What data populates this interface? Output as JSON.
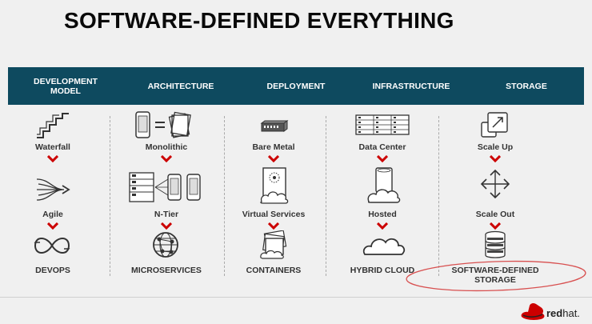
{
  "title": "SOFTWARE-DEFINED EVERYTHING",
  "columns": [
    {
      "header_line1": "DEVELOPMENT",
      "header_line2": "MODEL",
      "items": [
        {
          "label": "Waterfall",
          "icon": "staircase-icon"
        },
        {
          "label": "Agile",
          "icon": "converging-arrows-icon"
        },
        {
          "label": "DEVOPS",
          "icon": "infinity-loop-icon"
        }
      ]
    },
    {
      "header_line1": "ARCHITECTURE",
      "header_line2": "",
      "items": [
        {
          "label": "Monolithic",
          "icon": "phone-equals-stack-icon"
        },
        {
          "label": "N-Tier",
          "icon": "server-to-phones-icon"
        },
        {
          "label": "MICROSERVICES",
          "icon": "globe-network-icon"
        }
      ]
    },
    {
      "header_line1": "DEPLOYMENT",
      "header_line2": "",
      "items": [
        {
          "label": "Bare Metal",
          "icon": "switch-box-icon"
        },
        {
          "label": "Virtual Services",
          "icon": "virtual-server-cloud-icon"
        },
        {
          "label": "CONTAINERS",
          "icon": "stacked-containers-icon"
        }
      ]
    },
    {
      "header_line1": "INFRASTRUCTURE",
      "header_line2": "",
      "items": [
        {
          "label": "Data Center",
          "icon": "server-rack-icon"
        },
        {
          "label": "Hosted",
          "icon": "hosted-cloud-icon"
        },
        {
          "label": "HYBRID CLOUD",
          "icon": "cloud-icon"
        }
      ]
    },
    {
      "header_line1": "STORAGE",
      "header_line2": "",
      "items": [
        {
          "label": "Scale Up",
          "icon": "scale-up-boxes-icon"
        },
        {
          "label": "Scale Out",
          "icon": "four-way-arrows-icon"
        },
        {
          "label_line1": "SOFTWARE-DEFINED",
          "label_line2": "STORAGE",
          "icon": "database-stack-icon"
        }
      ]
    }
  ],
  "brand": {
    "name_bold": "red",
    "name_light": "hat.",
    "logo_icon": "red-hat-logo-icon"
  },
  "colors": {
    "header_bar": "#0e4a5f",
    "chevron": "#cc0000",
    "annotation": "#d85050",
    "text": "#333333"
  }
}
